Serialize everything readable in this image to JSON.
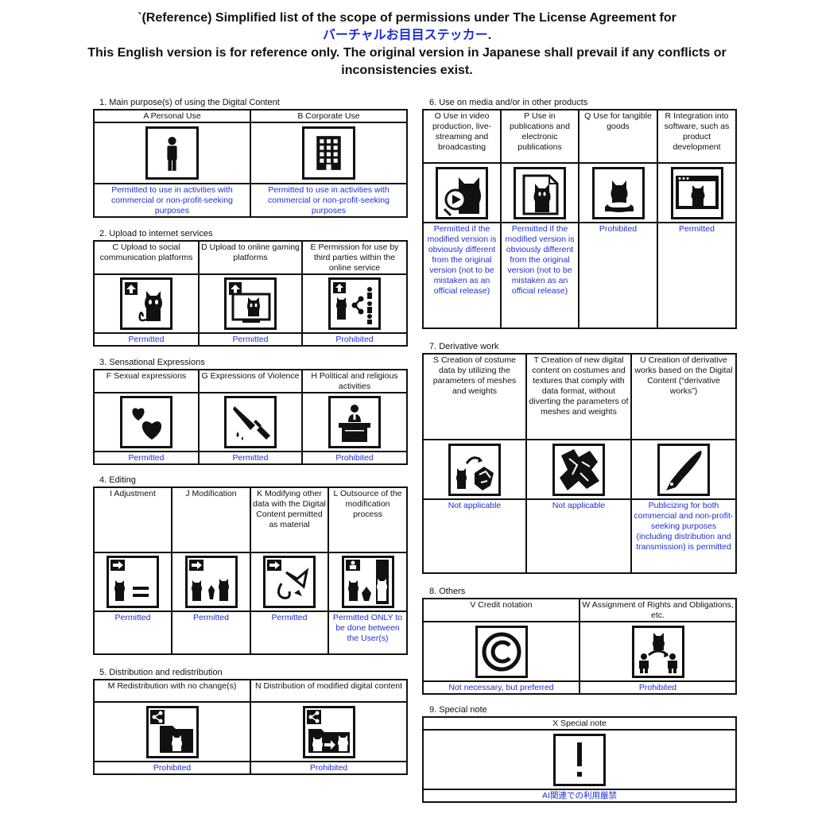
{
  "header": {
    "line1": "`(Reference) Simplified list of the scope of permissions under The License Agreement for",
    "line2_product": "バーチャルお目目ステッカー",
    "line2_end": ".",
    "line3": "This English version is for reference only. The original version in Japanese shall prevail if any conflicts or",
    "line4": "inconsistencies exist."
  },
  "sections": {
    "s1": {
      "title": "1. Main purpose(s) of using the Digital Content",
      "items": [
        {
          "label": "A Personal Use",
          "icon": "person-icon",
          "status": "Permitted to use in activities with commercial or non-profit-seeking purposes"
        },
        {
          "label": "B  Corporate Use",
          "icon": "building-icon",
          "status": "Permitted to use in activities with commercial or non-profit-seeking purposes"
        }
      ]
    },
    "s2": {
      "title": "2. Upload to internet services",
      "items": [
        {
          "label": "C Upload to social communication platforms",
          "icon": "upload-social-icon",
          "status": "Permitted"
        },
        {
          "label": "D Upload to online gaming platforms",
          "icon": "upload-gaming-icon",
          "status": "Permitted"
        },
        {
          "label": "E Permission for use by third parties within the online service",
          "icon": "share-third-party-icon",
          "status": "Prohibited"
        }
      ]
    },
    "s3": {
      "title": "3. Sensational Expressions",
      "items": [
        {
          "label": "F Sexual expressions",
          "icon": "hearts-icon",
          "status": "Permitted"
        },
        {
          "label": "G Expressions of Violence",
          "icon": "knife-icon",
          "status": "Permitted"
        },
        {
          "label": "H Political and religious activities",
          "icon": "podium-icon",
          "status": "Prohibited"
        }
      ]
    },
    "s4": {
      "title": "4. Editing",
      "items": [
        {
          "label": "I Adjustment",
          "icon": "adjustment-icon",
          "status": "Permitted"
        },
        {
          "label": "J Modification",
          "icon": "modification-icon",
          "status": "Permitted"
        },
        {
          "label": "K Modifying other data with the Digital Content permitted as material",
          "icon": "material-icon",
          "status": "Permitted"
        },
        {
          "label": "L Outsource of the modification process",
          "icon": "outsource-icon",
          "status": "Permitted ONLY to be done between the User(s)"
        }
      ]
    },
    "s5": {
      "title": "5. Distribution and redistribution",
      "items": [
        {
          "label": "M Redistribution with no change(s)",
          "icon": "redistribute-icon",
          "status": "Prohibited"
        },
        {
          "label": "N Distribution of modified digital content",
          "icon": "distribute-modified-icon",
          "status": "Prohibited"
        }
      ]
    },
    "s6": {
      "title": "6. Use on media and/or in other products",
      "items": [
        {
          "label": "O Use in video production, live-streaming and broadcasting",
          "icon": "video-icon",
          "status": "Permitted if the modified version is obviously different from the original version (not to be mistaken as an official release)"
        },
        {
          "label": "P Use in publications and electronic publications",
          "icon": "publication-icon",
          "status": "Permitted if the modified version is obviously different from the original version (not to be mistaken as an official release)"
        },
        {
          "label": "Q Use for tangible goods",
          "icon": "goods-icon",
          "status": "Prohibited"
        },
        {
          "label": "R Integration into software, such as product development",
          "icon": "software-icon",
          "status": "Permitted"
        }
      ]
    },
    "s7": {
      "title": "7. Derivative work",
      "items": [
        {
          "label": "S Creation of costume data by utilizing the parameters of meshes and weights",
          "icon": "costume-icon",
          "status": "Not applicable"
        },
        {
          "label": "T Creation of new digital content on costumes and textures that comply with data format, without diverting the parameters of meshes and weights",
          "icon": "fabric-icon",
          "status": "Not applicable"
        },
        {
          "label": "U Creation of derivative works based on the Digital Content (“derivative works”)",
          "icon": "pen-icon",
          "status": "Publicizing for both commercial and non-profit-seeking purposes (including distribution and transmission) is permitted"
        }
      ]
    },
    "s8": {
      "title": "8. Others",
      "items": [
        {
          "label": "V Credit notation",
          "icon": "copyright-icon",
          "status": "Not necessary, but preferred"
        },
        {
          "label": "W Assignment of Rights and Obligations, etc.",
          "icon": "transfer-icon",
          "status": "Prohibited"
        }
      ]
    },
    "s9": {
      "title": "9. Special note",
      "items": [
        {
          "label": "X Special note",
          "icon": "exclamation-icon",
          "status": "AI関連での利用厳禁"
        }
      ]
    }
  }
}
